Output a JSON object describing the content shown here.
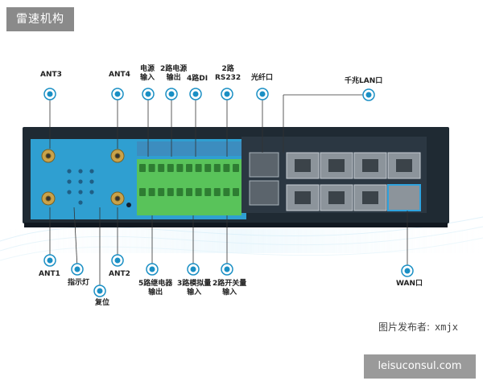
{
  "page": {
    "top_tag": "雷速机构",
    "bottom_tag": "leisuconsul.com",
    "credit_prefix": "图片发布者:",
    "credit_name": "xmjx",
    "colors": {
      "panel": "#2f9fd1",
      "chassis": "#1f2a33",
      "terminal": "#59c35a",
      "accent": "#1a8fc4"
    }
  },
  "labels": {
    "ant3": "ANT3",
    "ant4": "ANT4",
    "power_in": [
      "电源",
      "输入"
    ],
    "power_out": [
      "2路电源",
      "输出"
    ],
    "di": "4路DI",
    "rs232": [
      "2路",
      "RS232"
    ],
    "fiber": "光纤口",
    "gbe_lan": "千兆LAN口",
    "ant1": "ANT1",
    "indicator": "指示灯",
    "reset": "复位",
    "ant2": "ANT2",
    "relay": [
      "5路继电器",
      "输出"
    ],
    "analog": [
      "3路模拟量",
      "输入"
    ],
    "switch_in": [
      "2路开关量",
      "输入"
    ],
    "wan": "WAN口"
  }
}
